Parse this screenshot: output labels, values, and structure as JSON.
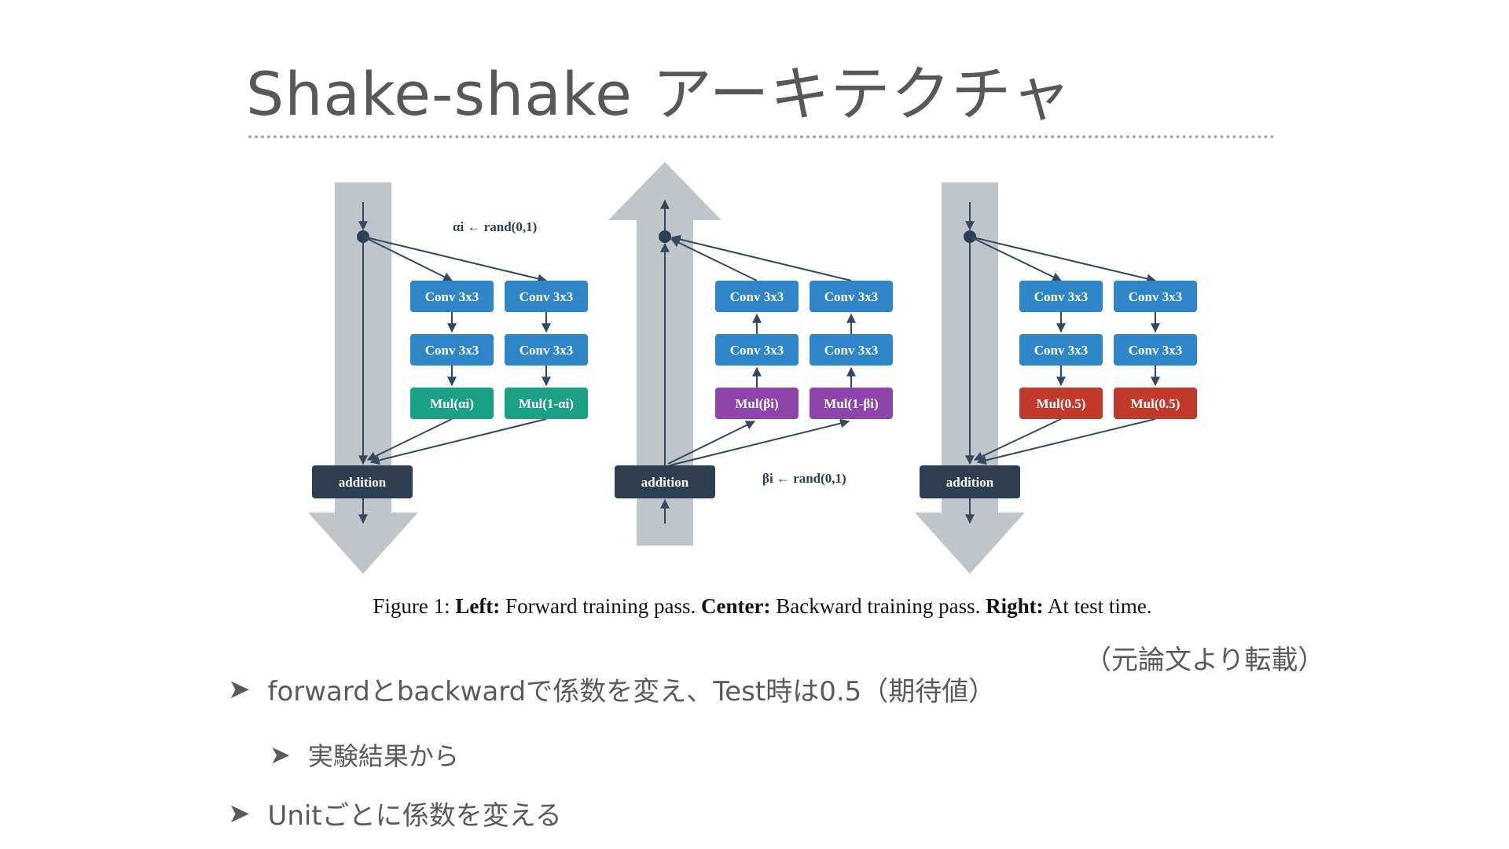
{
  "slide": {
    "title": "Shake-shake アーキテクチャ",
    "source_note": "（元論文より転載）"
  },
  "figure": {
    "left": {
      "conv_labels": [
        "Conv 3x3",
        "Conv 3x3",
        "Conv 3x3",
        "Conv 3x3"
      ],
      "mul_labels": [
        "Mul(αi)",
        "Mul(1-αi)"
      ],
      "addition_label": "addition",
      "rand_label": "αi ← rand(0,1)",
      "mul_color": "#1aa082"
    },
    "center": {
      "conv_labels": [
        "Conv 3x3",
        "Conv 3x3",
        "Conv 3x3",
        "Conv 3x3"
      ],
      "mul_labels": [
        "Mul(βi)",
        "Mul(1-βi)"
      ],
      "addition_label": "addition",
      "rand_label": "βi ← rand(0,1)",
      "mul_color": "#8e44ad"
    },
    "right": {
      "conv_labels": [
        "Conv 3x3",
        "Conv 3x3",
        "Conv 3x3",
        "Conv 3x3"
      ],
      "mul_labels": [
        "Mul(0.5)",
        "Mul(0.5)"
      ],
      "addition_label": "addition",
      "mul_color": "#c0392b"
    },
    "colors": {
      "conv": "#2e86c9",
      "addition": "#2c3e50",
      "big_arrow": "#c0c5ca",
      "line": "#34495e"
    },
    "caption": {
      "prefix": "Figure 1: ",
      "left_bold": "Left:",
      "left_text": " Forward training pass. ",
      "center_bold": "Center:",
      "center_text": " Backward training pass. ",
      "right_bold": "Right:",
      "right_text": " At test time."
    }
  },
  "bullets": [
    {
      "marker": "➤",
      "text": "forwardとbackwardで係数を変え、Test時は0.5（期待値）"
    },
    {
      "marker": "➤",
      "text": "実験結果から"
    },
    {
      "marker": "➤",
      "text": "Unitごとに係数を変える"
    }
  ]
}
